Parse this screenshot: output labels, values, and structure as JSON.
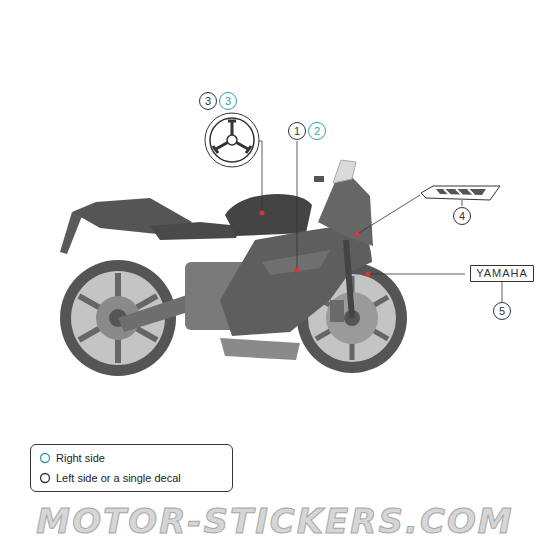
{
  "diagram": {
    "nodes": [
      {
        "text": [
          "3"
        ]
      },
      {
        "text": [
          "3"
        ]
      },
      {
        "text": [
          "1"
        ]
      },
      {
        "text": [
          "2"
        ]
      },
      {
        "text": [
          "4"
        ]
      },
      {
        "text": [
          "YAMAHA"
        ]
      },
      {
        "text": [
          "5"
        ]
      }
    ],
    "edges": [
      {
        "from": 5,
        "to": 6,
        "arrow": "none"
      }
    ],
    "labels": [
      "MOTOR-STICKERS.COM"
    ],
    "legend": [
      {
        "text": "Right side",
        "color": "#2e9fae"
      },
      {
        "text": "Left side or a single decal",
        "color": "#333333"
      }
    ]
  }
}
